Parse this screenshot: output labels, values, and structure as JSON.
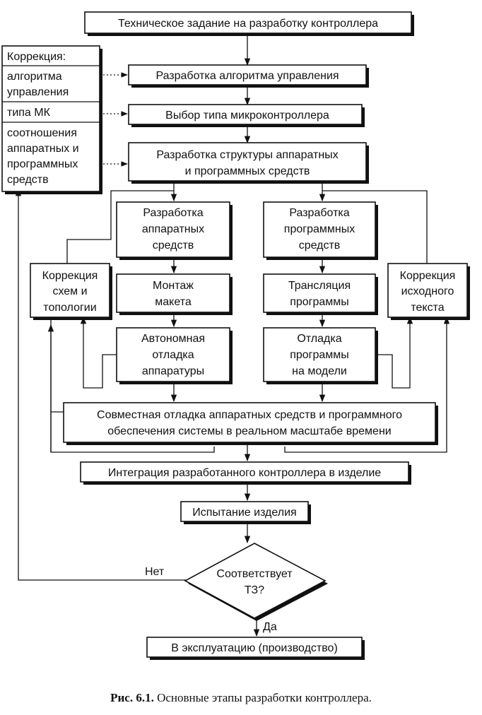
{
  "nodes": {
    "tz": "Техническое задание на разработку контроллера",
    "correction_header": "Коррекция:",
    "correction_algorithm": [
      "алгоритма",
      "управления"
    ],
    "correction_mk": "типа МК",
    "correction_ratio": [
      "соотношения",
      "аппаратных и",
      "программных",
      "средств"
    ],
    "algorithm": "Разработка алгоритма управления",
    "mk_choice": "Выбор типа микроконтроллера",
    "structure": [
      "Разработка структуры аппаратных",
      "и программных средств"
    ],
    "hw_dev": [
      "Разработка",
      "аппаратных",
      "средств"
    ],
    "sw_dev": [
      "Разработка",
      "программных",
      "средств"
    ],
    "corr_schemes": [
      "Коррекция",
      "схем и",
      "топологии"
    ],
    "corr_source": [
      "Коррекция",
      "исходного",
      "текста"
    ],
    "mockup": [
      "Монтаж",
      "макета"
    ],
    "translation": [
      "Трансляция",
      "программы"
    ],
    "hw_debug": [
      "Автономная",
      "отладка",
      "аппаратуры"
    ],
    "sw_debug": [
      "Отладка",
      "программы",
      "на модели"
    ],
    "joint_debug": [
      "Совместная отладка аппаратных средств и программного",
      "обеспечения системы в реальном масштабе времени"
    ],
    "integration": "Интеграция разработанного контроллера в изделие",
    "testing": "Испытание изделия",
    "decision": [
      "Соответствует",
      "ТЗ?"
    ],
    "production": "В эксплуатацию (производство)"
  },
  "edge_labels": {
    "no": "Нет",
    "yes": "Да"
  },
  "caption": {
    "label": "Рис. 6.1.",
    "text": " Основные этапы разработки контроллера."
  }
}
